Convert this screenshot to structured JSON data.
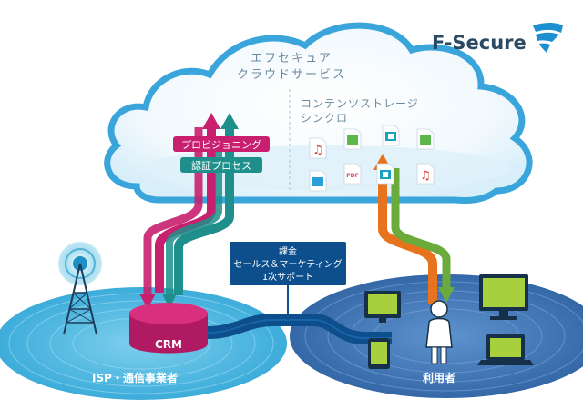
{
  "brand": {
    "name": "F-Secure",
    "colors": {
      "brand": "#2a4a63",
      "accent": "#1c8fd1"
    }
  },
  "cloud": {
    "title_line1": "エフセキュア",
    "title_line2": "クラウドサービス",
    "sub_line1": "コンテンツストレージ",
    "sub_line2": "シンクロ"
  },
  "labels": {
    "provisioning": "プロビジョニング",
    "auth": "認証プロセス",
    "crm": "CRM",
    "billing_line1": "課金",
    "billing_line2": "セールス＆マーケティング",
    "billing_line3": "1次サポート",
    "isp": "ISP・通信事業者",
    "users": "利用者"
  },
  "file_icons": [
    {
      "type": "music-icon",
      "color": "#e0403a"
    },
    {
      "type": "image-icon",
      "color": "#5cb84a"
    },
    {
      "type": "video-icon",
      "color": "#1aa0c0"
    },
    {
      "type": "image-icon",
      "color": "#5cb84a"
    },
    {
      "type": "document-icon",
      "color": "#2aa0d8"
    },
    {
      "type": "pdf-icon",
      "color": "#e0407a",
      "text": "PDF"
    },
    {
      "type": "video-icon",
      "color": "#1aa0c0"
    },
    {
      "type": "music-icon",
      "color": "#e0403a"
    }
  ],
  "colors": {
    "magenta": "#c8206e",
    "teal": "#1e8f8a",
    "orange": "#e8731e",
    "green": "#6aab3c",
    "navy": "#0d4f8c",
    "isp_disc": "#4bb6df",
    "users_disc": "#3d74b8",
    "cloud_edge": "#3aa5db"
  }
}
